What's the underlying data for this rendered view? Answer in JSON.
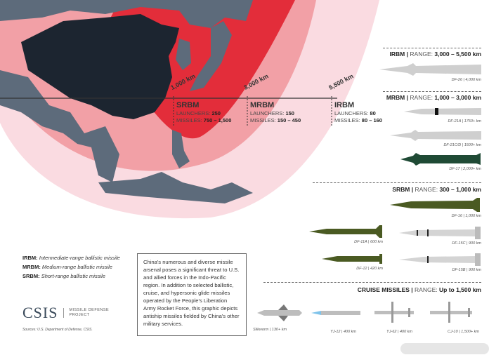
{
  "map": {
    "ranges": [
      {
        "label": "1,000 km",
        "name": "SRBM",
        "launchers_label": "LAUNCHERS:",
        "launchers": "250",
        "missiles_label": "MISSILES:",
        "missiles": "750 – 1,500"
      },
      {
        "label": "3,000 km",
        "name": "MRBM",
        "launchers_label": "LAUNCHERS:",
        "launchers": "150",
        "missiles_label": "MISSILES:",
        "missiles": "150 – 450"
      },
      {
        "label": "5,500 km",
        "name": "IRBM",
        "launchers_label": "LAUNCHERS:",
        "launchers": "80",
        "missiles_label": "MISSILES:",
        "missiles": "80 – 160"
      }
    ],
    "colors": {
      "srbm": "#e32d3a",
      "mrbm": "#f2a0a6",
      "irbm": "#fadbe1",
      "china": "#1c2530",
      "land": "#5d6b7b"
    }
  },
  "sections": {
    "irbm": {
      "type": "IRBM",
      "range_label": "RANGE:",
      "range": "3,000 – 5,500 km",
      "missiles": [
        {
          "name": "DF-26 | 4,000 km"
        }
      ]
    },
    "mrbm": {
      "type": "MRBM",
      "range_label": "RANGE:",
      "range": "1,000 – 3,000 km",
      "missiles": [
        {
          "name": "DF-21A | 1750+ km"
        },
        {
          "name": "DF-21C/D | 1500+ km"
        },
        {
          "name": "DF-17 | 2,000+ km"
        }
      ]
    },
    "srbm": {
      "type": "SRBM",
      "range_label": "RANGE:",
      "range": "300 – 1,000 km",
      "missiles": [
        {
          "name": "DF-16 | 1,000 km"
        },
        {
          "name": "DF-11A | 600 km"
        },
        {
          "name": "DF-15C | 900 km"
        },
        {
          "name": "DF-12 | 420 km"
        },
        {
          "name": "DF-15B | 900 km"
        }
      ]
    },
    "cruise": {
      "type": "CRUISE MISSILES",
      "range_label": "RANGE:",
      "range": "Up to 1,500 km",
      "missiles": [
        {
          "name": "Silkworm | 130+ km"
        },
        {
          "name": "YJ-12 | 400 km"
        },
        {
          "name": "YJ-62 | 400 km"
        },
        {
          "name": "CJ-10 | 1,500+ km"
        }
      ]
    }
  },
  "legend": [
    {
      "abbr": "IRBM:",
      "text": "Intermediate-range ballistic missile"
    },
    {
      "abbr": "MRBM:",
      "text": "Medium-range ballistic missile"
    },
    {
      "abbr": "SRBM:",
      "text": "Short-range ballistic missile"
    }
  ],
  "note": "China's numerous and diverse missile arsenal poses a significant threat to U.S. and allied forces in the Indo-Pacific region. In addition to selected ballistic, cruise, and hypersonic glide missiles operated by the People's Liberation Army Rocket Force, this graphic depicts antiship missiles fielded by China's other military services.",
  "logo": {
    "name": "CSIS",
    "project_line1": "MISSILE DEFENSE",
    "project_line2": "PROJECT"
  },
  "sources": "Sources: U.S. Department of Defense, CSIS."
}
